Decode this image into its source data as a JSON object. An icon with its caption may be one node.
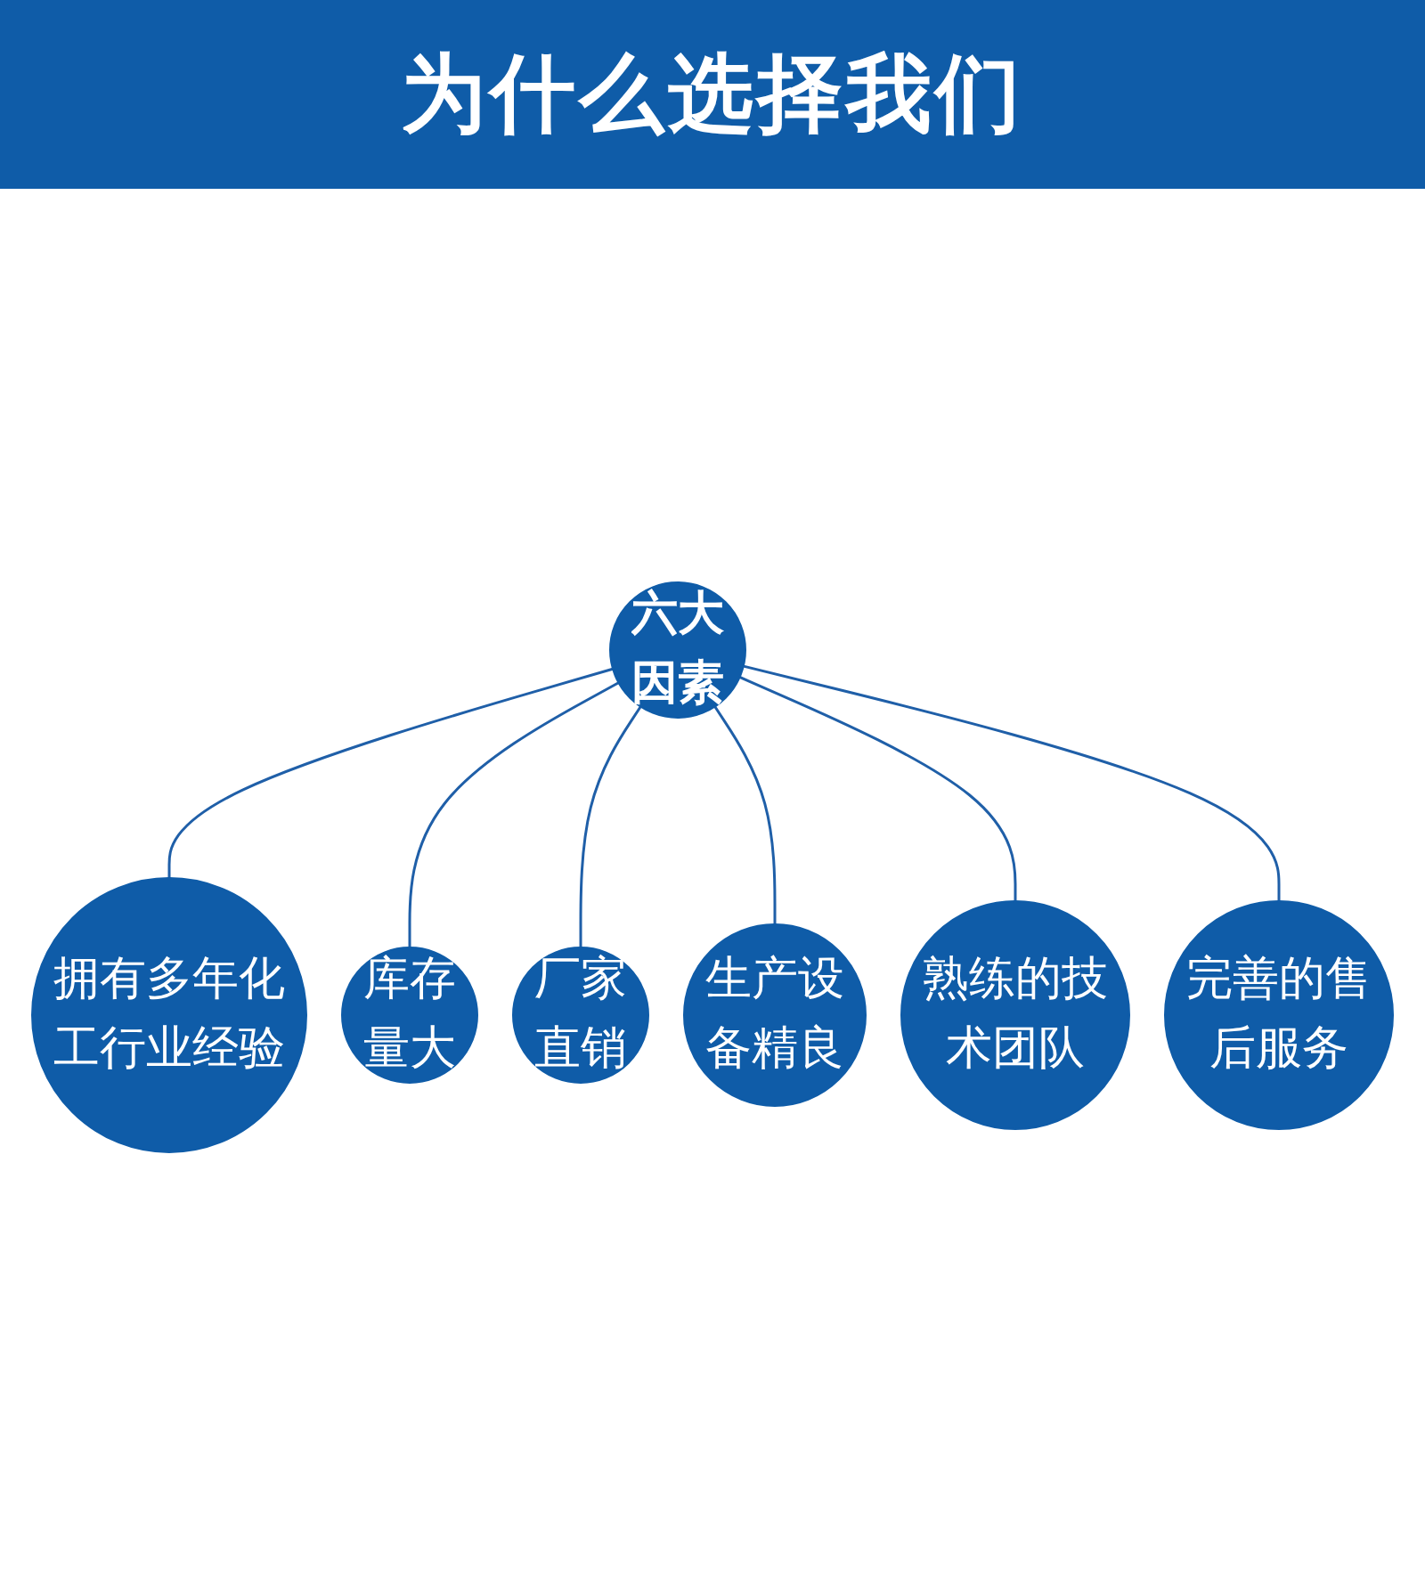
{
  "diagram": {
    "title": "为什么选择我们",
    "nodes": [
      {
        "text": [
          "拥有多年化工行业经验"
        ]
      },
      {
        "text": [
          "库存量大"
        ]
      },
      {
        "text": [
          "厂家直销"
        ]
      },
      {
        "text": [
          "六大因素"
        ]
      },
      {
        "text": [
          "生产设备精良"
        ]
      },
      {
        "text": [
          "熟练的技术团队"
        ]
      },
      {
        "text": [
          "完善的售后服务"
        ]
      }
    ],
    "edges": [
      {
        "from": 3,
        "to": 0,
        "arrow": "none"
      },
      {
        "from": 3,
        "to": 1,
        "arrow": "none"
      },
      {
        "from": 3,
        "to": 2,
        "arrow": "none"
      },
      {
        "from": 3,
        "to": 4,
        "arrow": "none"
      },
      {
        "from": 3,
        "to": 5,
        "arrow": "none"
      },
      {
        "from": 3,
        "to": 6,
        "arrow": "none"
      }
    ]
  }
}
